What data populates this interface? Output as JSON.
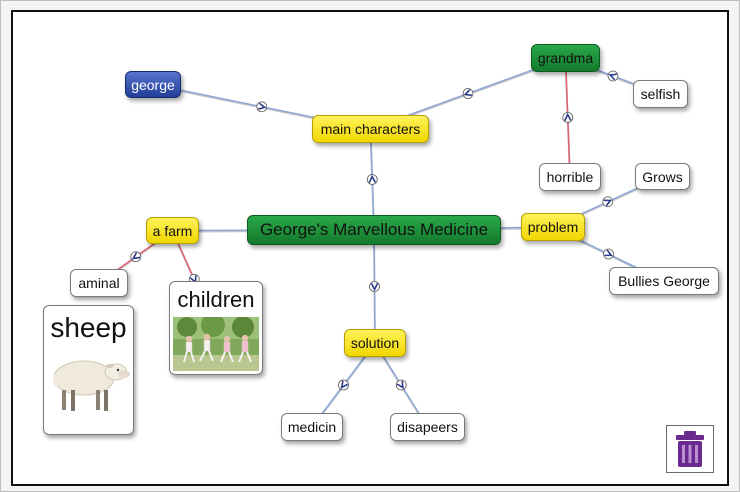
{
  "nodes": {
    "root": "George's Marvellous Medicine",
    "main_characters": "main characters",
    "george": "george",
    "grandma": "grandma",
    "selfish": "selfish",
    "horrible": "horrible",
    "problem": "problem",
    "grows": "Grows",
    "bullies": "Bullies George",
    "farm": "a farm",
    "aminal": "aminal",
    "children": "children",
    "sheep": "sheep",
    "solution": "solution",
    "medicin": "medicin",
    "disapeers": "disapeers"
  },
  "links": [
    {
      "from": "george",
      "to": "main_characters"
    },
    {
      "from": "grandma",
      "to": "main_characters"
    },
    {
      "from": "root",
      "to": "main_characters"
    },
    {
      "from": "selfish",
      "to": "grandma"
    },
    {
      "from": "horrible",
      "to": "grandma"
    },
    {
      "from": "root",
      "to": "problem"
    },
    {
      "from": "problem",
      "to": "grows"
    },
    {
      "from": "problem",
      "to": "bullies"
    },
    {
      "from": "root",
      "to": "farm"
    },
    {
      "from": "farm",
      "to": "aminal"
    },
    {
      "from": "farm",
      "to": "children"
    },
    {
      "from": "root",
      "to": "solution"
    },
    {
      "from": "solution",
      "to": "medicin"
    },
    {
      "from": "solution",
      "to": "disapeers"
    }
  ],
  "colors": {
    "link": "#8ca6d8",
    "link_red": "#e06070",
    "yellow": "#f4e020",
    "green": "#1e8f3a",
    "blue": "#2f4fa8",
    "trash": "#6a2a8f"
  },
  "icons": {
    "trash": "trash-can-icon",
    "sheep": "sheep-image",
    "children": "children-photo"
  }
}
